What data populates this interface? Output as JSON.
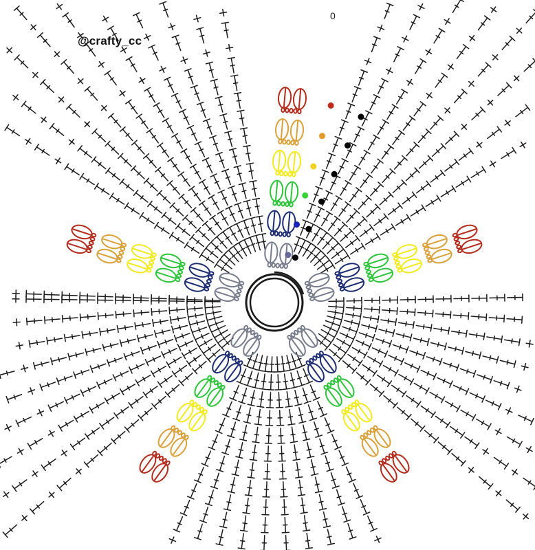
{
  "watermark": "@crafty_cc",
  "round_start_label": "0",
  "colors": {
    "ink": "#1a1a1a",
    "petal_rounds": [
      "#777c8c",
      "#1c2c72",
      "#2dc43a",
      "#f3ea1e",
      "#d9a03a",
      "#b22b1c"
    ],
    "marker_rounds": [
      "#6a6a9a",
      "#1a24b8",
      "#3ad23a",
      "#f0d020",
      "#e39a2a",
      "#c02a1a"
    ]
  },
  "pattern": {
    "motif_count": 5,
    "petal_rounds": 6,
    "stitch_symbols": [
      "magic-ring",
      "chain",
      "single-crochet",
      "double-crochet",
      "petal-cluster"
    ]
  }
}
